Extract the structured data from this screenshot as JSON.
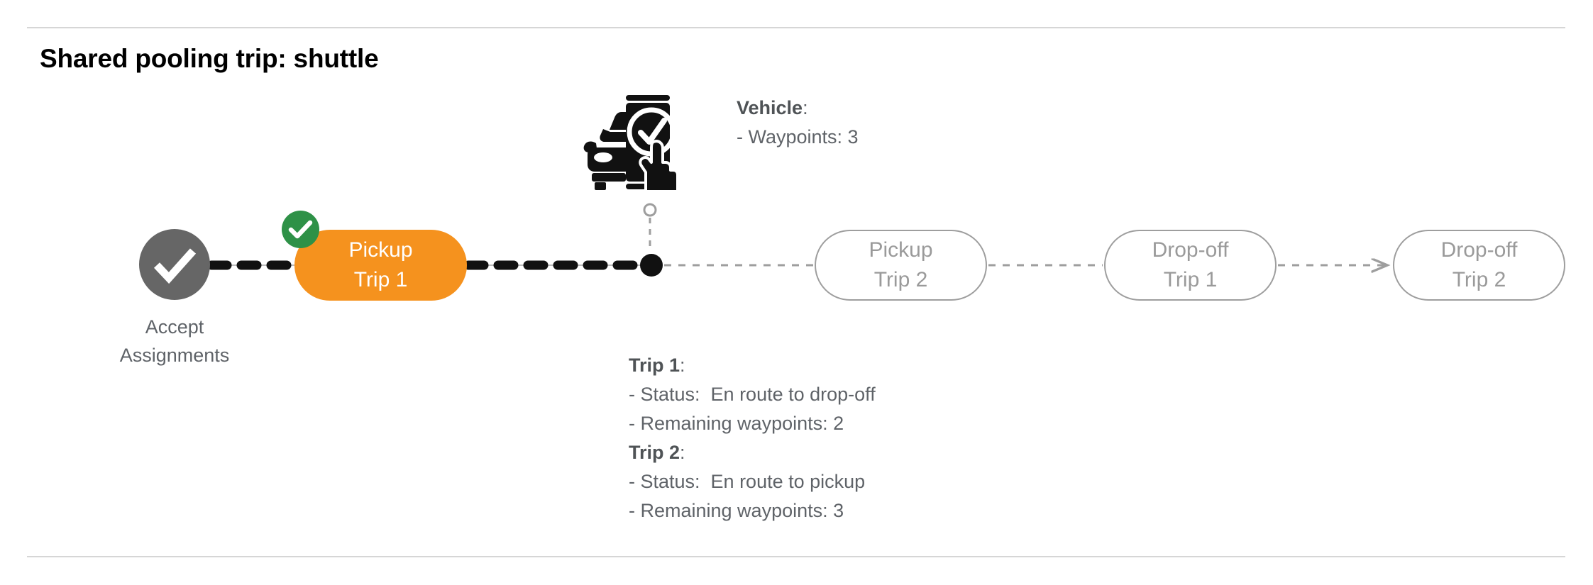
{
  "page": {
    "title": "Shared pooling trip: shuttle"
  },
  "flow": {
    "start_node": {
      "icon": "check-circle-icon",
      "label_line1": "Accept",
      "label_line2": "Assignments"
    },
    "nodes": [
      {
        "id": "pickup-trip-1",
        "line1": "Pickup",
        "line2": "Trip 1",
        "state": "completed",
        "badge": "check-badge",
        "color": "#F5921E"
      },
      {
        "id": "pickup-trip-2",
        "line1": "Pickup",
        "line2": "Trip 2",
        "state": "pending",
        "color": "#9e9e9e"
      },
      {
        "id": "dropoff-trip-1",
        "line1": "Drop-off",
        "line2": "Trip 1",
        "state": "pending",
        "color": "#9e9e9e"
      },
      {
        "id": "dropoff-trip-2",
        "line1": "Drop-off",
        "line2": "Trip 2",
        "state": "pending",
        "color": "#9e9e9e"
      }
    ],
    "vehicle_marker": {
      "icon": "vehicle-checkin-icon",
      "marker": "vehicle-position-dot"
    }
  },
  "vehicle": {
    "heading": "Vehicle",
    "heading_suffix": ":",
    "waypoints_line": "- Waypoints: 3"
  },
  "trips": [
    {
      "heading": "Trip 1",
      "heading_suffix": ":",
      "status_line": "- Status:  En route to drop-off",
      "waypoints_line": "- Remaining waypoints: 2"
    },
    {
      "heading": "Trip 2",
      "heading_suffix": ":",
      "status_line": "- Status:  En route to pickup",
      "waypoints_line": "- Remaining waypoints: 3"
    }
  ],
  "colors": {
    "active": "#F5921E",
    "badge_green": "#2E9147",
    "completed_gray": "#666666",
    "pending_gray": "#9e9e9e",
    "text_gray": "#5f6368",
    "rule": "#d6d6d6"
  }
}
